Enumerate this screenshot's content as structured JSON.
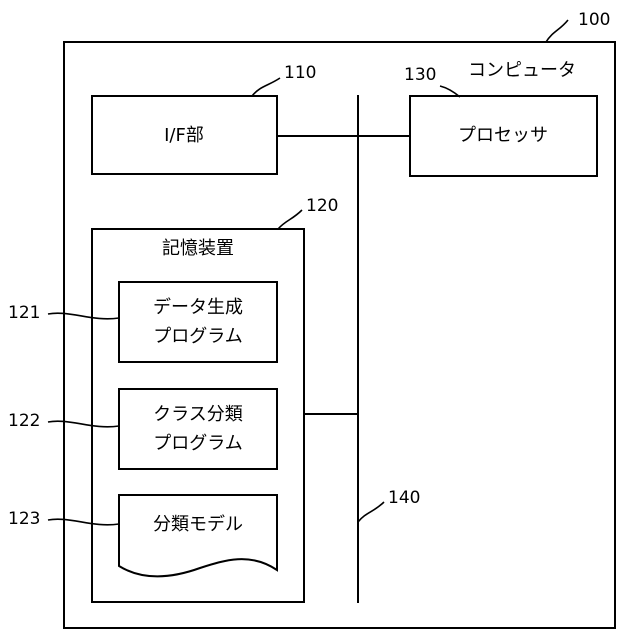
{
  "computer": {
    "ref": "100",
    "label": "コンピュータ"
  },
  "interface": {
    "ref": "110",
    "label": "I/F部"
  },
  "processor": {
    "ref": "130",
    "label": "プロセッサ"
  },
  "storage": {
    "ref": "120",
    "label": "記憶装置"
  },
  "programs": [
    {
      "ref": "121",
      "line1": "データ生成",
      "line2": "プログラム"
    },
    {
      "ref": "122",
      "line1": "クラス分類",
      "line2": "プログラム"
    }
  ],
  "model": {
    "ref": "123",
    "label": "分類モデル"
  },
  "bus": {
    "ref": "140"
  }
}
